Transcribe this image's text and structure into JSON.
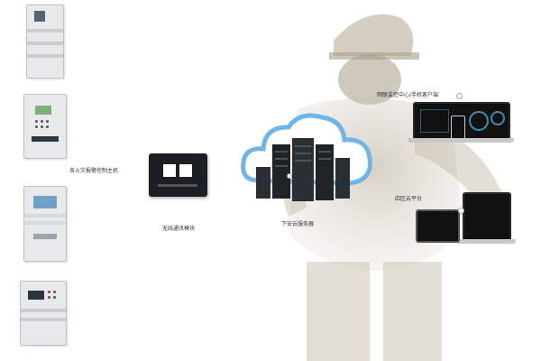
{
  "labels": {
    "fire_alarm_host": "各火灾报警控制主机",
    "wireless_module": "无线通讯模块",
    "cloud_server": "下安云服务器",
    "monitoring_center": "网联监控中心/手机客户端",
    "dispatch_platform": "四区云平台"
  },
  "colors": {
    "cloud_stroke": "#6fb6e6",
    "cloud_fill": "#ffffff",
    "firefighter_tint": "#c8bfae",
    "device_dark": "#1b1f24",
    "host_body": "#e8e9ea"
  }
}
